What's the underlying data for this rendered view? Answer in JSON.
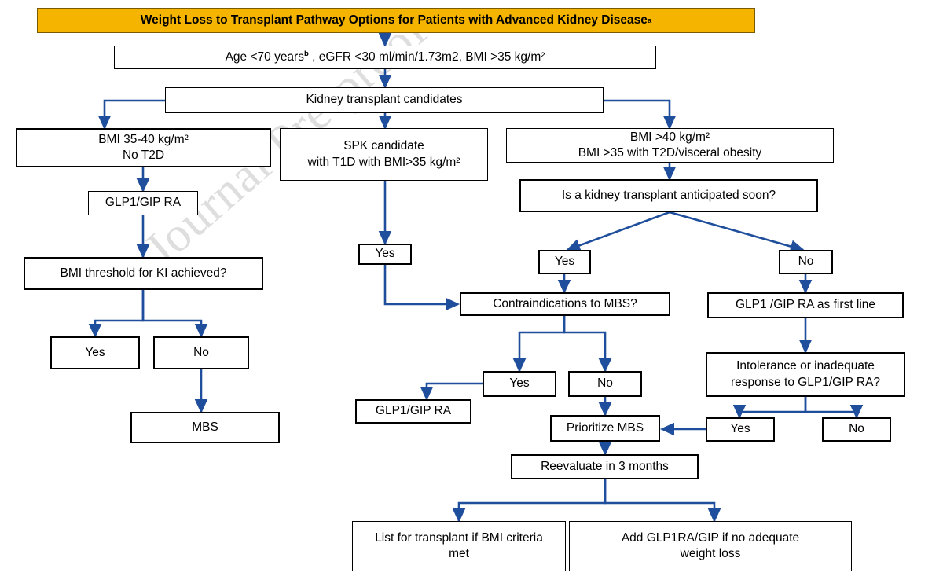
{
  "title": {
    "text": "Weight Loss to Transplant Pathway Options for Patients with Advanced Kidney Disease",
    "superscript": "a",
    "background": "#F5B400",
    "text_color": "#000000"
  },
  "watermark": {
    "text": "Journal Pre-proof",
    "color": "#d9d9d9"
  },
  "theme": {
    "box_border": "#000000",
    "connector": "#1F4E9C",
    "background": "#ffffff"
  },
  "chart_data": {
    "type": "flowchart",
    "title": "Weight Loss to Transplant Pathway Options for Patients with Advanced Kidney Disease",
    "nodes": [
      {
        "id": "criteria",
        "label": "Age <70 yearsb , eGFR <30 ml/min/1.73m2, BMI >35 kg/m²"
      },
      {
        "id": "candidates",
        "label": "Kidney transplant candidates"
      },
      {
        "id": "bmi3540",
        "label": "BMI 35-40 kg/m² | No T2D"
      },
      {
        "id": "spk",
        "label": "SPK candidate | with T1D with BMI>35 kg/m²"
      },
      {
        "id": "bmi40",
        "label": "BMI >40 kg/m² | BMI >35 with T2D/visceral obesity"
      },
      {
        "id": "anticipated",
        "label": "Is a kidney transplant anticipated soon?"
      },
      {
        "id": "glp1_left",
        "label": "GLP1/GIP RA"
      },
      {
        "id": "bmi_threshold",
        "label": "BMI threshold for KI achieved?"
      },
      {
        "id": "left_yes",
        "label": "Yes"
      },
      {
        "id": "left_no",
        "label": "No"
      },
      {
        "id": "mbs",
        "label": "MBS"
      },
      {
        "id": "spk_yes",
        "label": "Yes"
      },
      {
        "id": "ant_yes",
        "label": "Yes"
      },
      {
        "id": "ant_no",
        "label": "No"
      },
      {
        "id": "contra",
        "label": "Contraindications to MBS?"
      },
      {
        "id": "glp1_first",
        "label": "GLP1 /GIP RA as first line"
      },
      {
        "id": "contra_yes",
        "label": "Yes"
      },
      {
        "id": "contra_no",
        "label": "No"
      },
      {
        "id": "intolerance",
        "label": "Intolerance or inadequate response to GLP1/GIP RA?"
      },
      {
        "id": "glp1_mid",
        "label": "GLP1/GIP RA"
      },
      {
        "id": "prioritize",
        "label": "Prioritize MBS"
      },
      {
        "id": "intol_yes",
        "label": "Yes"
      },
      {
        "id": "intol_no",
        "label": "No"
      },
      {
        "id": "reevaluate",
        "label": "Reevaluate in 3 months"
      },
      {
        "id": "list",
        "label": "List for transplant if BMI criteria met"
      },
      {
        "id": "addglp",
        "label": "Add GLP1RA/GIP if no adequate weight loss"
      }
    ],
    "edges": [
      [
        "criteria",
        "candidates"
      ],
      [
        "candidates",
        "bmi3540"
      ],
      [
        "candidates",
        "spk"
      ],
      [
        "candidates",
        "bmi40"
      ],
      [
        "bmi3540",
        "glp1_left"
      ],
      [
        "glp1_left",
        "bmi_threshold"
      ],
      [
        "bmi_threshold",
        "left_yes"
      ],
      [
        "bmi_threshold",
        "left_no"
      ],
      [
        "left_no",
        "mbs"
      ],
      [
        "spk",
        "spk_yes"
      ],
      [
        "spk_yes",
        "contra"
      ],
      [
        "bmi40",
        "anticipated"
      ],
      [
        "anticipated",
        "ant_yes"
      ],
      [
        "anticipated",
        "ant_no"
      ],
      [
        "ant_yes",
        "contra"
      ],
      [
        "ant_no",
        "glp1_first"
      ],
      [
        "contra",
        "contra_yes"
      ],
      [
        "contra",
        "contra_no"
      ],
      [
        "contra_yes",
        "glp1_mid"
      ],
      [
        "contra_no",
        "prioritize"
      ],
      [
        "glp1_first",
        "intolerance"
      ],
      [
        "intolerance",
        "intol_yes"
      ],
      [
        "intolerance",
        "intol_no"
      ],
      [
        "intol_yes",
        "prioritize"
      ],
      [
        "prioritize",
        "reevaluate"
      ],
      [
        "reevaluate",
        "list"
      ],
      [
        "reevaluate",
        "addglp"
      ]
    ]
  },
  "nodes": {
    "criteria": {
      "line1": "Age <70 years",
      "sup": "b",
      "line1b": " , eGFR <30 ml/min/1.73m2, BMI >35 kg/m²"
    },
    "candidates": {
      "label": "Kidney transplant candidates"
    },
    "bmi3540": {
      "line1": "BMI 35-40 kg/m²",
      "line2": "No T2D"
    },
    "spk": {
      "line1": "SPK candidate",
      "line2": "with T1D with BMI>35 kg/m²"
    },
    "bmi40": {
      "line1": "BMI >40 kg/m²",
      "line2": "BMI >35 with T2D/visceral obesity"
    },
    "anticipated": {
      "label": "Is a kidney transplant anticipated soon?"
    },
    "glp1_left": {
      "label": "GLP1/GIP RA"
    },
    "bmi_threshold": {
      "label": "BMI threshold for KI achieved?"
    },
    "left_yes": {
      "label": "Yes"
    },
    "left_no": {
      "label": "No"
    },
    "mbs": {
      "label": "MBS"
    },
    "spk_yes": {
      "label": "Yes"
    },
    "ant_yes": {
      "label": "Yes"
    },
    "ant_no": {
      "label": "No"
    },
    "contra": {
      "label": "Contraindications to MBS?"
    },
    "glp1_first": {
      "label": "GLP1 /GIP RA as first line"
    },
    "contra_yes": {
      "label": "Yes"
    },
    "contra_no": {
      "label": "No"
    },
    "intolerance": {
      "line1": "Intolerance or inadequate",
      "line2": "response to GLP1/GIP RA?"
    },
    "glp1_mid": {
      "label": "GLP1/GIP RA"
    },
    "prioritize": {
      "label": "Prioritize MBS"
    },
    "intol_yes": {
      "label": "Yes"
    },
    "intol_no": {
      "label": "No"
    },
    "reevaluate": {
      "label": "Reevaluate in 3 months"
    },
    "list": {
      "line1": "List for transplant if BMI criteria",
      "line2": "met"
    },
    "addglp": {
      "line1": "Add GLP1RA/GIP if no adequate",
      "line2": "weight loss"
    }
  }
}
